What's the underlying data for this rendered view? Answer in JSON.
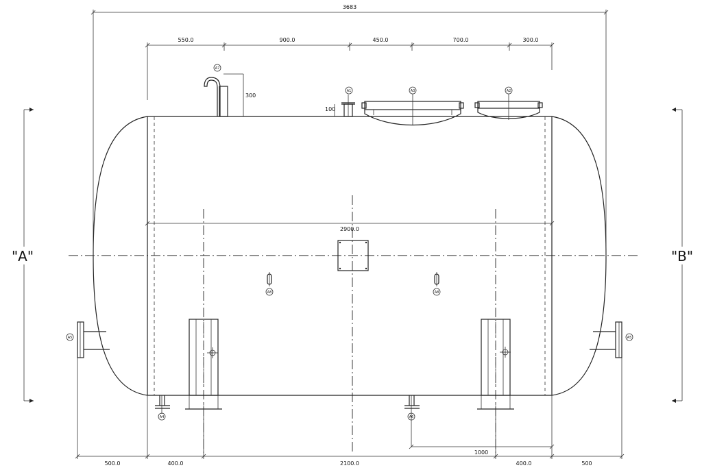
{
  "dimensions": {
    "overall": "3683",
    "top_1": "550.0",
    "top_2": "900.0",
    "top_3": "450.0",
    "top_4": "700.0",
    "top_5": "300.0",
    "pipe_height": "300",
    "nozzle_height": "100",
    "shell_length": "2900.0",
    "bottom_1": "500.0",
    "bottom_2": "400.0",
    "bottom_3": "2100.0",
    "bottom_4": "400.0",
    "bottom_5": "500",
    "drain_offset": "1000"
  },
  "nozzles": {
    "a1": "A1",
    "a2": "A2",
    "a3": "A3",
    "a4": "A4",
    "a5_left": "A5",
    "a5_right": "A5",
    "a6": "A6",
    "a7": "A7",
    "a8_left": "A8",
    "a8_right": "A8"
  },
  "views": {
    "left": "\"A\"",
    "right": "\"B\""
  }
}
